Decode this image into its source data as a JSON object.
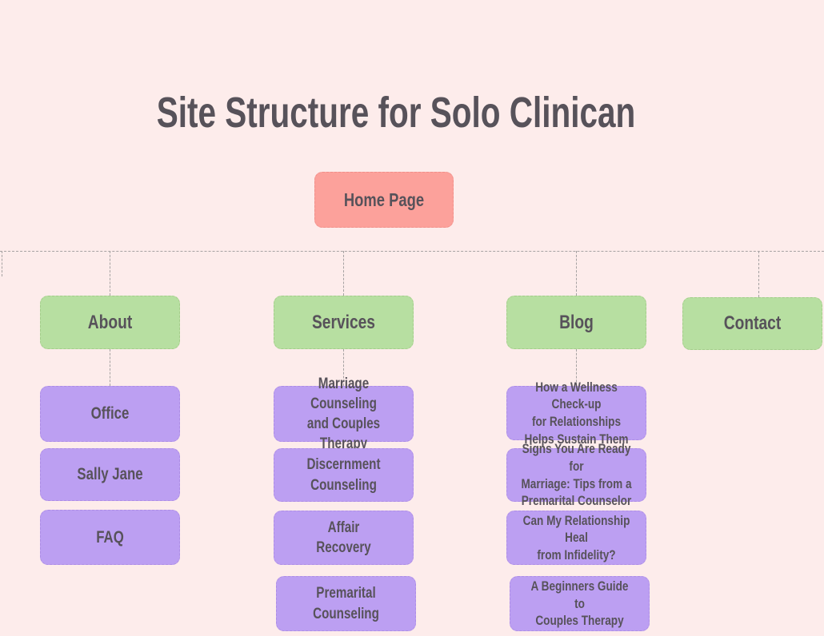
{
  "page": {
    "title": "Site Structure for Solo Clinican"
  },
  "root": {
    "label": "Home Page"
  },
  "columns": [
    {
      "category": "About",
      "pages": [
        "Office",
        "Sally Jane",
        "FAQ"
      ]
    },
    {
      "category": "Services",
      "pages": [
        "Marriage Counseling\nand Couples Therapy",
        "Discernment\nCounseling",
        "Affair\nRecovery",
        "Premarital\nCounseling"
      ]
    },
    {
      "category": "Blog",
      "pages": [
        "How a Wellness Check-up\nfor Relationships\nHelps Sustain Them",
        "Signs You Are Ready for\nMarriage: Tips from a\nPremarital Counselor",
        "Can My Relationship Heal\nfrom Infidelity?",
        "A Beginners Guide to\nCouples Therapy"
      ]
    },
    {
      "category": "Contact",
      "pages": []
    }
  ],
  "colors": {
    "background": "#fdeceb",
    "home_box": "#fca19b",
    "category_box": "#b7dfa1",
    "page_box": "#bc9ff2",
    "text": "#57525a",
    "connector": "#a6a2a2"
  }
}
